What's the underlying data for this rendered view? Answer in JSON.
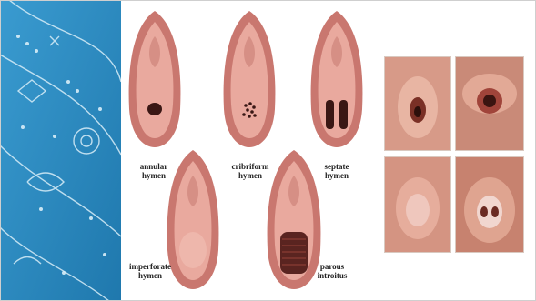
{
  "labels": {
    "annular": [
      "annular",
      "hymen"
    ],
    "cribriform": [
      "cribriform",
      "hymen"
    ],
    "septate": [
      "septate",
      "hymen"
    ],
    "imperforate": [
      "imperforate",
      "hymen"
    ],
    "parous": [
      "parous",
      "introitus"
    ]
  },
  "colors": {
    "pattern_bg": "#2f8fc4",
    "pattern_line": "#d9eef8",
    "tissue_outer": "#c9776f",
    "tissue_inner": "#e9a99e",
    "opening": "#3a1714"
  }
}
